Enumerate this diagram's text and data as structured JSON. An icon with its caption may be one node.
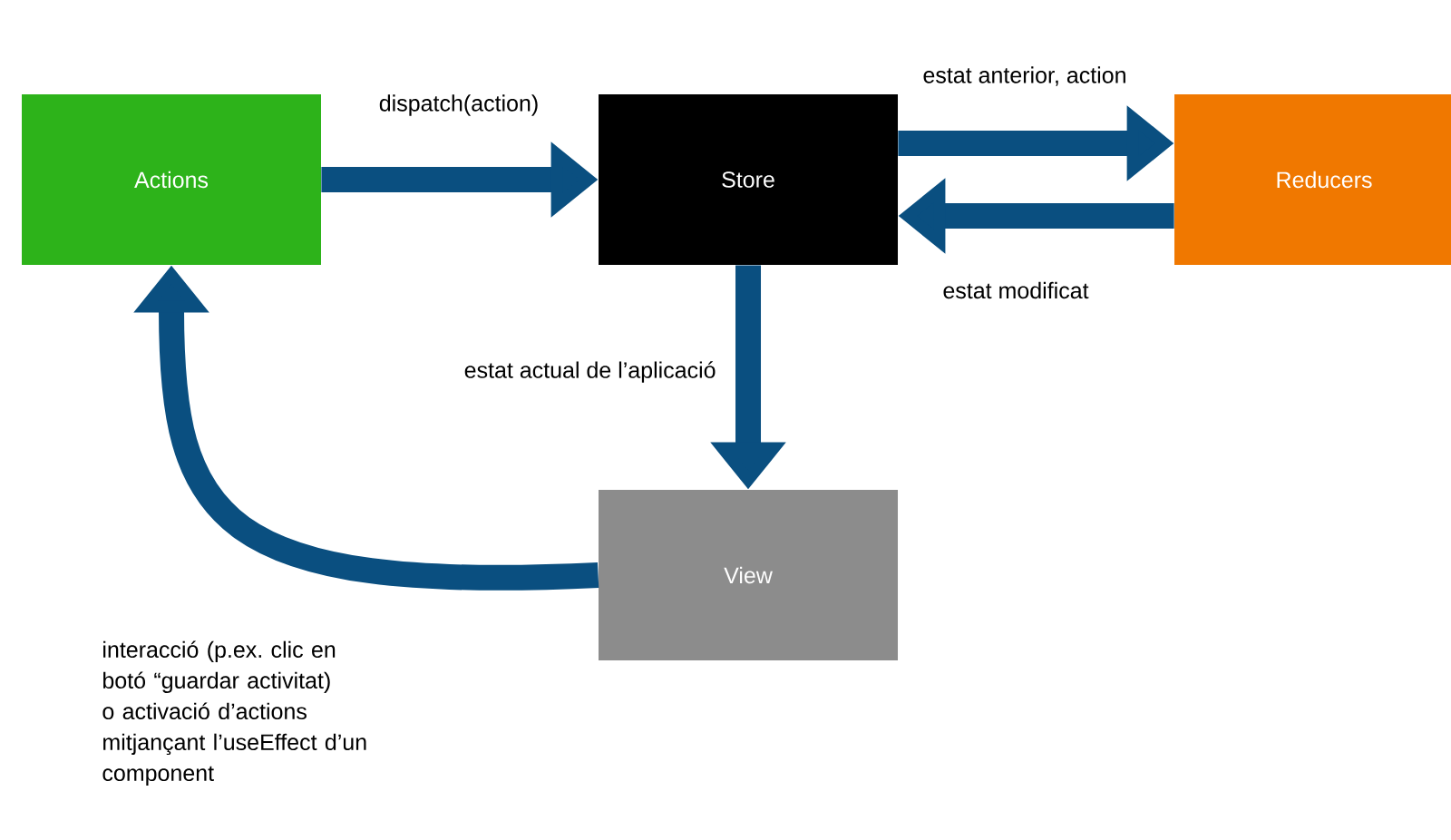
{
  "diagram": {
    "nodes": [
      {
        "text": [
          "Actions"
        ]
      },
      {
        "text": [
          "Store"
        ]
      },
      {
        "text": [
          "Reducers"
        ]
      },
      {
        "text": [
          "View"
        ]
      }
    ],
    "edges": [
      {
        "from": 0,
        "to": 1,
        "arrow": "to",
        "label": "dispatch(action)"
      },
      {
        "from": 1,
        "to": 2,
        "arrow": "to",
        "label": "estat anterior, action"
      },
      {
        "from": 2,
        "to": 1,
        "arrow": "to",
        "label": "estat modificat"
      },
      {
        "from": 1,
        "to": 3,
        "arrow": "to",
        "label": "estat actual de l’aplicació"
      },
      {
        "from": 3,
        "to": 0,
        "arrow": "to",
        "label": "interacció (p.ex. clic en botó “guardar activitat) o activació d’actions mitjançant l’useEffect d’un component"
      }
    ]
  }
}
